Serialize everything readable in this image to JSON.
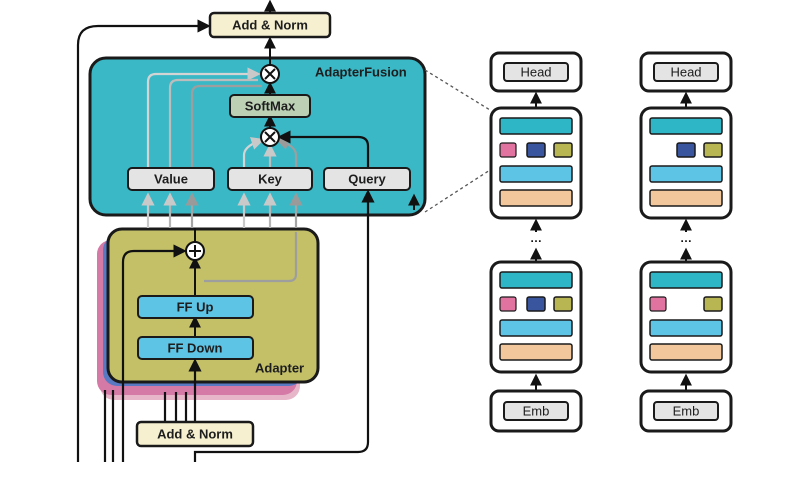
{
  "top_norm_label": "Add & Norm",
  "bottom_norm_label": "Add & Norm",
  "fusion": {
    "title": "AdapterFusion",
    "softmax_label": "SoftMax",
    "value_label": "Value",
    "key_label": "Key",
    "query_label": "Query",
    "fill": "#3bb8c6"
  },
  "adapter": {
    "title": "Adapter",
    "ff_up_label": "FF Up",
    "ff_down_label": "FF Down",
    "fill": "#c3c068",
    "back_layer_colors": [
      "#5a79c3",
      "#d57aa6",
      "#e7b7c9"
    ]
  },
  "models": [
    {
      "head_label": "Head",
      "emb_label": "Emb",
      "ellipsis": "…"
    },
    {
      "head_label": "Head",
      "emb_label": "Emb",
      "ellipsis": "…"
    }
  ],
  "layer_colors": {
    "teal": "#2fb6c6",
    "blue": "#5ec4e6",
    "peach": "#f2c79c",
    "pink": "#e0739f",
    "navy": "#38559e",
    "olive": "#b8b653"
  }
}
